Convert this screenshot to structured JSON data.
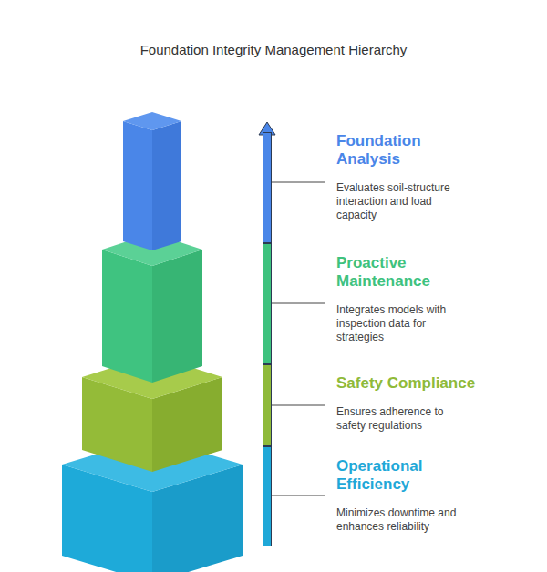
{
  "diagram": {
    "title": "Foundation Integrity Management Hierarchy",
    "nodes": [
      {
        "text": [
          "Foundation Analysis",
          "Evaluates soil-structure interaction and load capacity"
        ]
      },
      {
        "text": [
          "Proactive Maintenance",
          "Integrates models with inspection data for strategies"
        ]
      },
      {
        "text": [
          "Safety Compliance",
          "Ensures adherence to safety regulations"
        ]
      },
      {
        "text": [
          "Operational Efficiency",
          "Minimizes downtime and enhances reliability"
        ]
      }
    ]
  }
}
